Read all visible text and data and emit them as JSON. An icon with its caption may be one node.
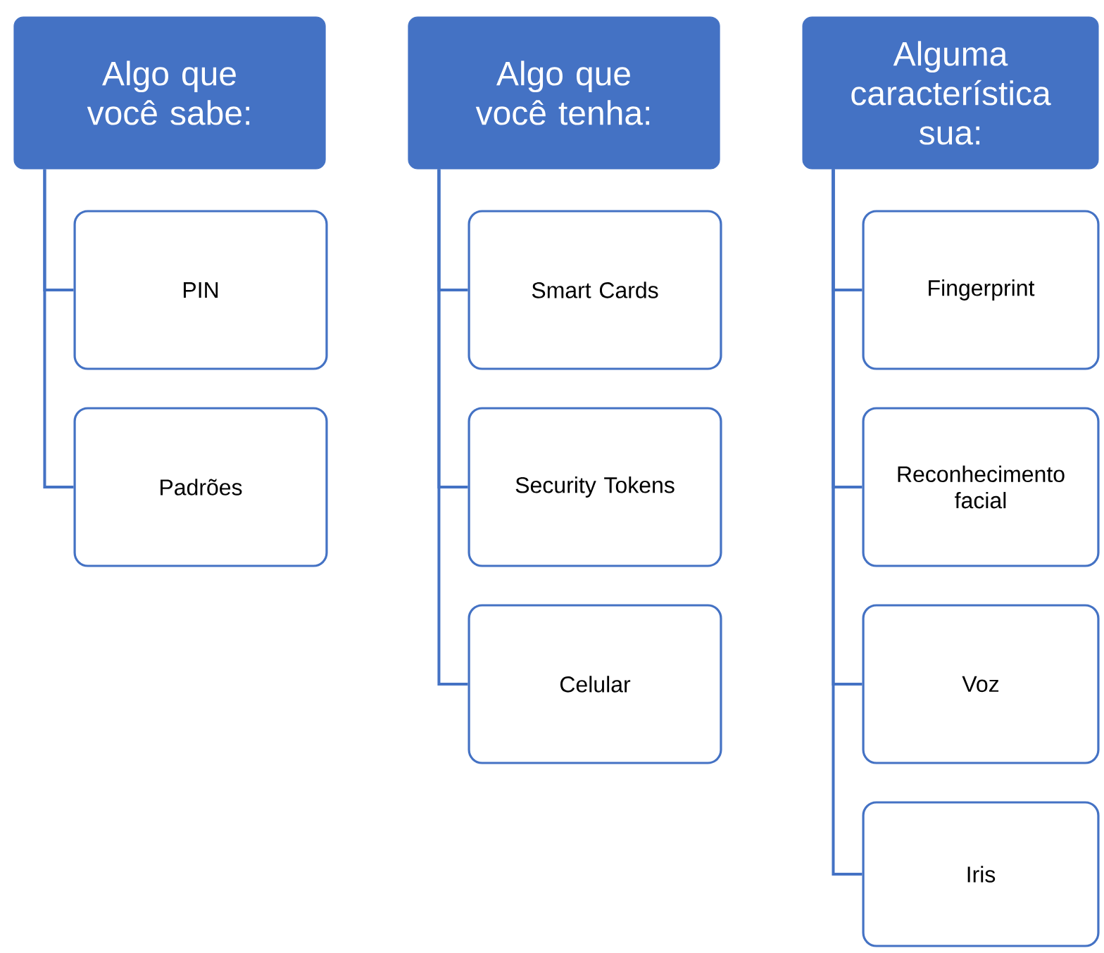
{
  "diagram": {
    "nodes": [
      {
        "text": [
          "Algo que você sabe:"
        ]
      },
      {
        "text": [
          "PIN"
        ]
      },
      {
        "text": [
          "Padrões"
        ]
      },
      {
        "text": [
          "Algo que você tenha:"
        ]
      },
      {
        "text": [
          "Smart Cards"
        ]
      },
      {
        "text": [
          "Security Tokens"
        ]
      },
      {
        "text": [
          "Celular"
        ]
      },
      {
        "text": [
          "Alguma característica sua:"
        ]
      },
      {
        "text": [
          "Fingerprint"
        ]
      },
      {
        "text": [
          "Reconhecimento facial"
        ]
      },
      {
        "text": [
          "Voz"
        ]
      },
      {
        "text": [
          "Iris"
        ]
      }
    ],
    "edges": [
      {
        "from": 0,
        "to": 1,
        "arrow": "none"
      },
      {
        "from": 0,
        "to": 2,
        "arrow": "none"
      },
      {
        "from": 3,
        "to": 4,
        "arrow": "none"
      },
      {
        "from": 3,
        "to": 5,
        "arrow": "none"
      },
      {
        "from": 3,
        "to": 6,
        "arrow": "none"
      },
      {
        "from": 7,
        "to": 8,
        "arrow": "none"
      },
      {
        "from": 7,
        "to": 9,
        "arrow": "none"
      },
      {
        "from": 7,
        "to": 10,
        "arrow": "none"
      },
      {
        "from": 7,
        "to": 11,
        "arrow": "none"
      }
    ]
  }
}
